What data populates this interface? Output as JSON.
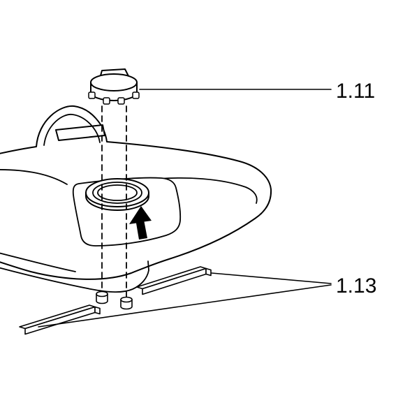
{
  "figure": {
    "type": "exploded-parts-line-drawing",
    "background_color": "#ffffff",
    "line_color": "#000000"
  },
  "labels": {
    "cap": {
      "text": "1.11"
    },
    "strips": {
      "text": "1.13"
    }
  }
}
